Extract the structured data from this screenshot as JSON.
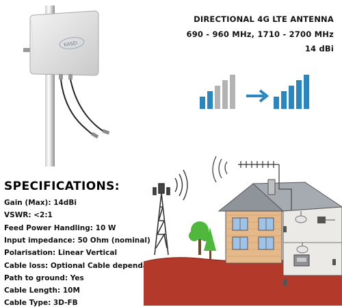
{
  "header": {
    "title": "DIRECTIONAL 4G LTE ANTENNA",
    "frequencies": "690 - 960 MHz, 1710 - 2700 MHz",
    "gain": "14 dBi"
  },
  "antenna": {
    "logo_text": "KASEI"
  },
  "signal_graphic": {
    "left_bar_fills": [
      1,
      1,
      0,
      0,
      0
    ],
    "right_bar_fills": [
      1,
      1,
      1,
      1,
      1
    ],
    "colors": {
      "active": "#2a86c1",
      "inactive": "#b3b3b3",
      "arrow": "#2a86c1"
    }
  },
  "specifications": {
    "title": "SPECIFICATIONS:",
    "lines": [
      "Gain (Max): 14dBi",
      "VSWR: <2:1",
      "Feed Power Handling: 10 W",
      "Input impedance: 50 Ohm (nominal)",
      "Polarisation: Linear Vertical",
      "Cable loss: Optional Cable dependant",
      "Path to ground: Yes",
      "Cable Length: 10M",
      "Cable Type: 3D-FB"
    ]
  },
  "illustration": {
    "colors": {
      "ground": "#b33a2a",
      "brick": "#e5b98a",
      "roof": "#8f949a",
      "tree": "#4fb83c",
      "tower": "#333333"
    }
  }
}
